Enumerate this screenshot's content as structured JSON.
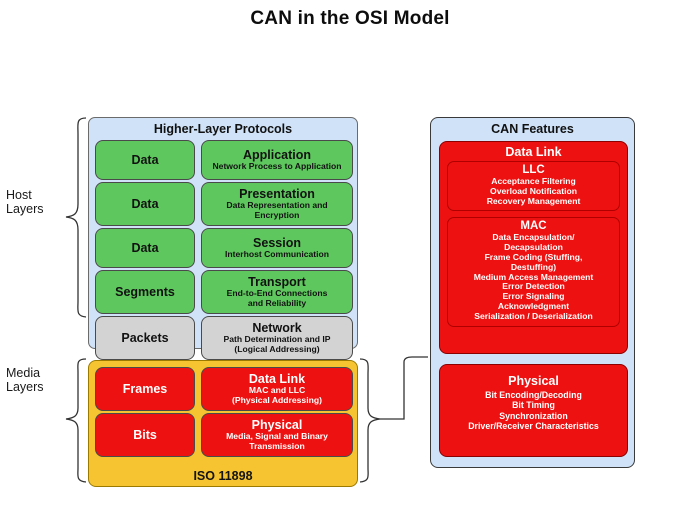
{
  "title": "CAN in the OSI Model",
  "brace_labels": {
    "host": "Host\nLayers",
    "host_line1": "Host",
    "host_line2": "Layers",
    "media_line1": "Media",
    "media_line2": "Layers"
  },
  "osi_panel": {
    "header": "Higher-Layer Protocols",
    "iso_label": "ISO 11898",
    "rows": [
      {
        "pdu": "Data",
        "layer": "Application",
        "desc": [
          "Network Process to Application"
        ],
        "color": "#5ec85e",
        "group": "host"
      },
      {
        "pdu": "Data",
        "layer": "Presentation",
        "desc": [
          "Data Representation and",
          "Encryption"
        ],
        "color": "#5ec85e",
        "group": "host"
      },
      {
        "pdu": "Data",
        "layer": "Session",
        "desc": [
          "Interhost Communication"
        ],
        "color": "#5ec85e",
        "group": "host"
      },
      {
        "pdu": "Segments",
        "layer": "Transport",
        "desc": [
          "End-to-End Connections",
          "and Reliability"
        ],
        "color": "#5ec85e",
        "group": "host"
      },
      {
        "pdu": "Packets",
        "layer": "Network",
        "desc": [
          "Path Determination and IP",
          "(Logical Addressing)"
        ],
        "color": "#d3d3d3",
        "group": "host"
      },
      {
        "pdu": "Frames",
        "layer": "Data Link",
        "desc": [
          "MAC and LLC",
          "(Physical Addressing)"
        ],
        "color": "#ee1111",
        "group": "media"
      },
      {
        "pdu": "Bits",
        "layer": "Physical",
        "desc": [
          "Media, Signal and Binary",
          "Transmission"
        ],
        "color": "#ee1111",
        "group": "media"
      }
    ]
  },
  "can_panel": {
    "header": "CAN Features",
    "blocks": [
      {
        "title": "Data Link",
        "subsections": [
          {
            "title": "LLC",
            "lines": [
              "Acceptance Filtering",
              "Overload Notification",
              "Recovery Management"
            ]
          },
          {
            "title": "MAC",
            "lines": [
              "Data Encapsulation/",
              "Decapsulation",
              "Frame Coding (Stuffing,",
              "Destuffing)",
              "Medium Access Management",
              "Error Detection",
              "Error Signaling",
              "Acknowledgment",
              "Serialization / Deserialization"
            ]
          }
        ]
      },
      {
        "title": "Physical",
        "lines": [
          "Bit Encoding/Decoding",
          "Bit Timing",
          "Synchronization",
          "Driver/Receiver Characteristics"
        ]
      }
    ]
  },
  "colors": {
    "panel_blue": "#cfe2f7",
    "green": "#5ec85e",
    "gray": "#d3d3d3",
    "red": "#ee1111",
    "yellow": "#f5c430",
    "background": "#ffffff",
    "text_dark": "#111111",
    "text_light": "#ffffff"
  }
}
